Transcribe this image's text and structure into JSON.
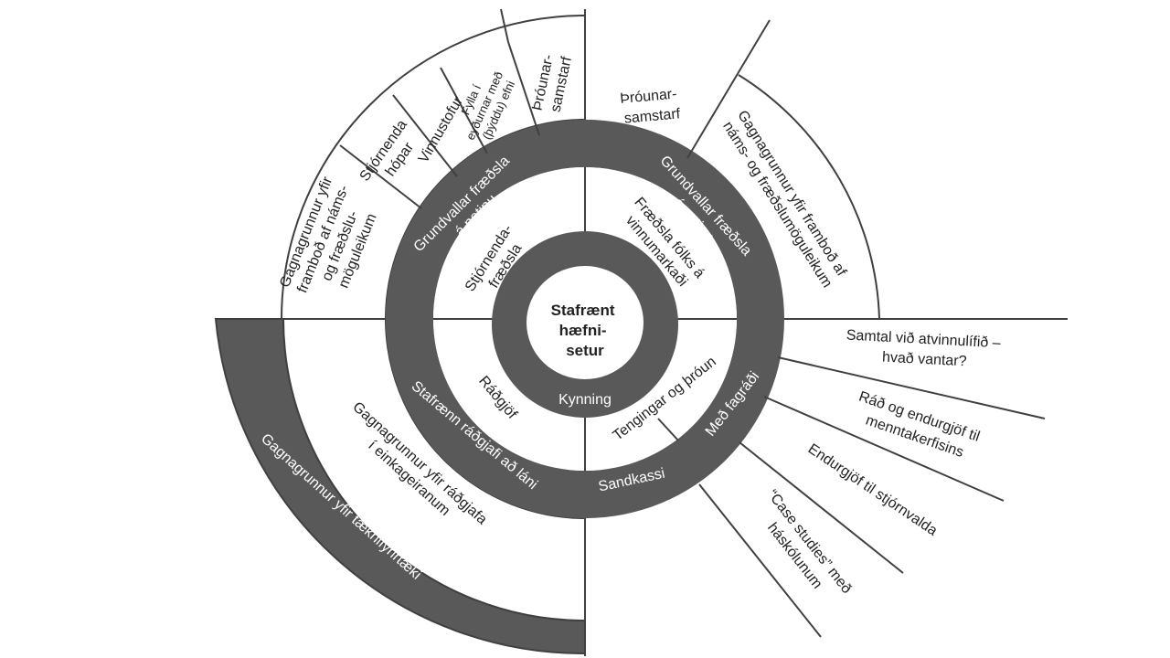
{
  "colors": {
    "dark": "#595959",
    "line": "#404040",
    "light": "#ffffff",
    "text": "#222222"
  },
  "center": {
    "lines": [
      "Stafrænt",
      "hæfni-",
      "setur"
    ]
  },
  "kynning": "Kynning",
  "inner_sectors": {
    "top_left": [
      "Stjórnenda-",
      "fræðsla"
    ],
    "top_right": [
      "Fræðsla fólks á",
      "vinnumarkaði"
    ],
    "bottom_left": [
      "Ráðgjöf"
    ],
    "bottom_right": [
      "Tengingar og þróun"
    ]
  },
  "ring_labels": {
    "top_left": [
      "Grundvallar fræðsla",
      "á netinu"
    ],
    "top_right": [
      "Grundvallar fræðsla",
      "á netinu"
    ],
    "bottom_left": [
      "Stafrænn ráðgjafi að láni"
    ],
    "bottom_right_fagradi": "Með fagráði",
    "bottom_right_sandkassi": "Sandkassi"
  },
  "outer_top_left": {
    "database": [
      "Gagnagrunnur yfir",
      "framboð af náms-",
      "og fræðslu-",
      "möguleikum"
    ],
    "stjornendahopar": [
      "Stjórnenda",
      "hópar"
    ],
    "vinnustofur": [
      "Vinnustofur"
    ],
    "fylla": [
      "Fylla í",
      "eyðurnar með",
      "(þýddu) efni"
    ],
    "throunarsamstarf": [
      "Þróunar-",
      "samstarf"
    ]
  },
  "outer_top_right": {
    "throunarsamstarf": [
      "Þróunar-",
      "samstarf"
    ],
    "database": [
      "Gagnagrunnur yfir framboð af",
      "náms- og fræðslumöguleikum"
    ]
  },
  "outer_bottom_left": {
    "consultants": [
      "Gagnagrunnur yfir ráðgjafa",
      "í einkageiranum"
    ],
    "tech": [
      "Gagnagrunnur yfir tæknifyrirtæki"
    ]
  },
  "outer_bottom_right": [
    [
      "Samtal við atvinnulífið –",
      "hvað vantar?"
    ],
    [
      "Ráð og endurgjöf til",
      "menntakerfisins"
    ],
    [
      "Endurgjöf til stjórnvalda"
    ],
    [
      "“Case studies” með",
      "háskólunum"
    ]
  ]
}
